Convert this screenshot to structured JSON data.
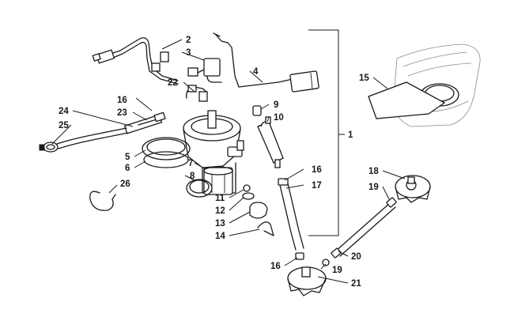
{
  "callouts": {
    "c1": "1",
    "c2": "2",
    "c3": "3",
    "c4": "4",
    "c5": "5",
    "c6": "6",
    "c7": "7",
    "c8": "8",
    "c9": "9",
    "c10": "10",
    "c11": "11",
    "c12": "12",
    "c13": "13",
    "c14": "14",
    "c15": "15",
    "c16a": "16",
    "c16b": "16",
    "c16c": "16",
    "c17": "17",
    "c18": "18",
    "c19a": "19",
    "c19b": "19",
    "c20": "20",
    "c21": "21",
    "c22": "22",
    "c23": "23",
    "c24": "24",
    "c25": "25",
    "c26": "26"
  }
}
